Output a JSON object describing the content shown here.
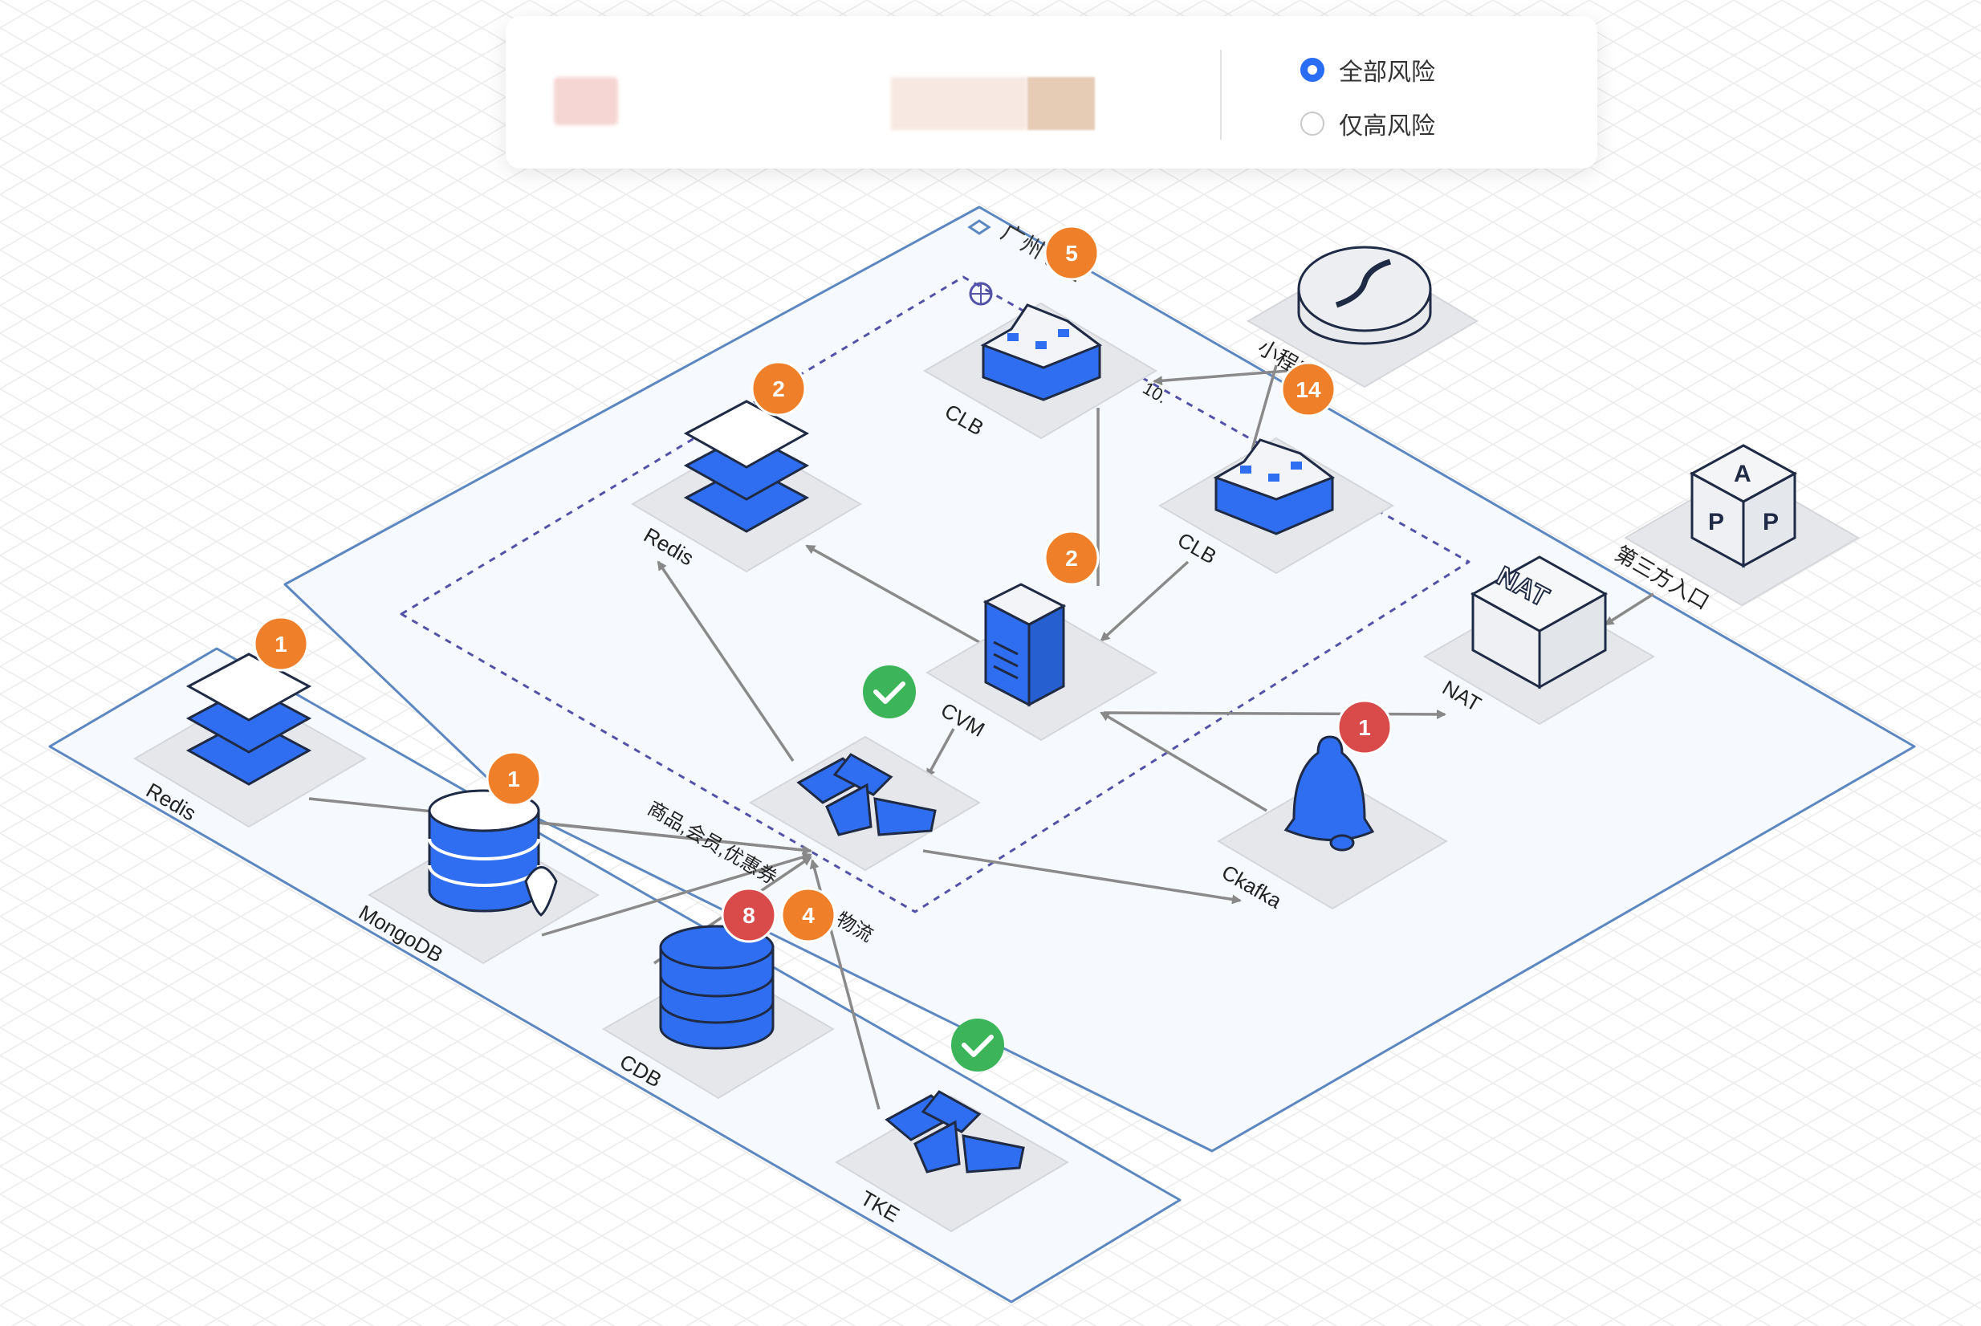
{
  "filter": {
    "options": [
      {
        "label": "全部风险",
        "checked": true
      },
      {
        "label": "仅高风险",
        "checked": false
      }
    ]
  },
  "regions": {
    "main": {
      "label": "广州七区"
    }
  },
  "labels": {
    "clb_top": "CLB",
    "clb_right": "CLB",
    "redis_main": "Redis",
    "cvm": "CVM",
    "nat": "NAT",
    "ckafka": "Ckafka",
    "redis_side": "Redis",
    "mongodb": "MongoDB",
    "cdb": "CDB",
    "tke": "TKE",
    "miniprogram": "小程序",
    "thirdparty": "第三方入口",
    "edge_goods": "商品,会员,优惠券",
    "edge_logistics": "物流",
    "edge_ip": "10."
  },
  "badges": {
    "region": "5",
    "edge_top": "14",
    "redis_main": "2",
    "cvm": "2",
    "ckafka": "1",
    "redis_side": "1",
    "mongodb": "1",
    "edge_red": "8",
    "edge_orange": "4"
  },
  "colors": {
    "accent": "#2a6df5",
    "badge_orange": "#f07f2a",
    "badge_red": "#d94b4b",
    "ok_green": "#3cb55a",
    "region_border": "#5d87c0",
    "vpc_dash": "#5252a8",
    "icon_blue": "#2f6ef0"
  }
}
